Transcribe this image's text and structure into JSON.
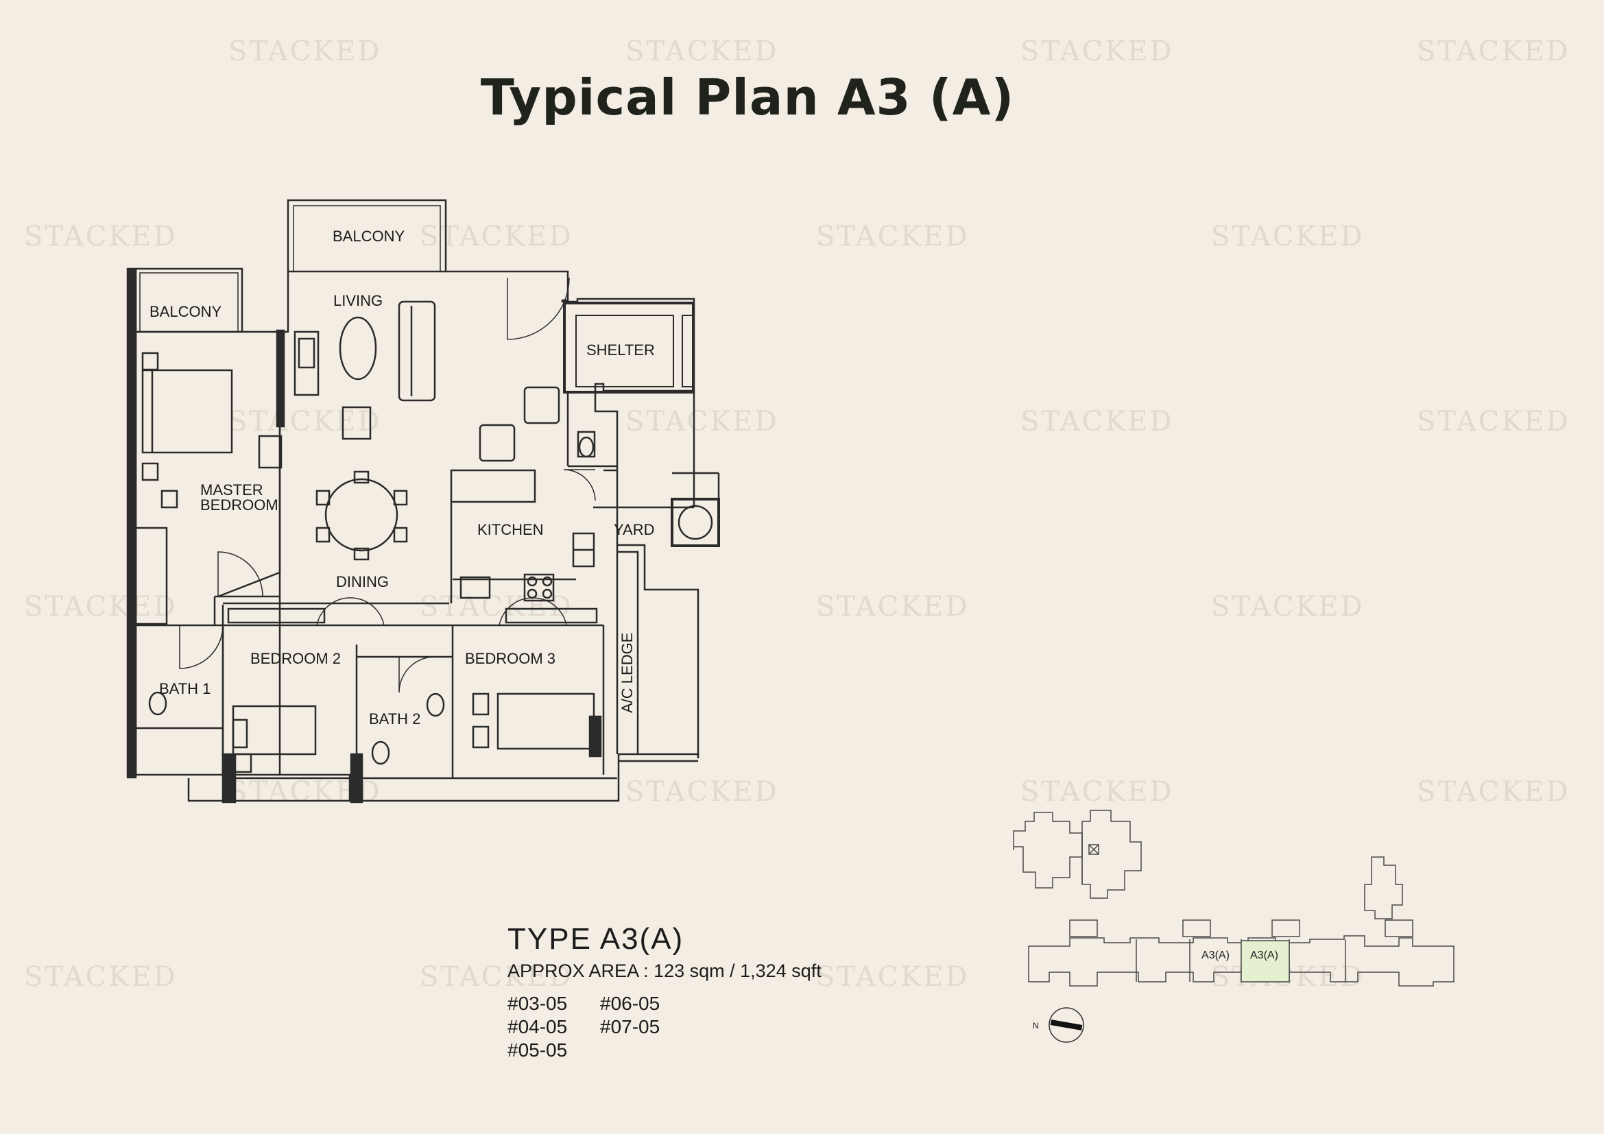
{
  "watermark": "STACKED",
  "title": "Typical Plan A3 (A)",
  "rooms": {
    "balcony_top": "BALCONY",
    "balcony_left": "BALCONY",
    "living": "LIVING",
    "shelter": "SHELTER",
    "master_bedroom_line1": "MASTER",
    "master_bedroom_line2": "BEDROOM",
    "kitchen": "KITCHEN",
    "yard": "YARD",
    "dining": "DINING",
    "bedroom2": "BEDROOM 2",
    "bedroom3": "BEDROOM 3",
    "bath1": "BATH 1",
    "bath2": "BATH 2",
    "ac_ledge": "A/C LEDGE"
  },
  "unit_info": {
    "type": "TYPE A3(A)",
    "area": "APPROX AREA : 123 sqm  /  1,324 sqft",
    "units": [
      "#03-05",
      "#06-05",
      "#04-05",
      "#07-05",
      "#05-05"
    ]
  },
  "key_plan": {
    "unit_label_1": "A3(A)",
    "unit_label_2": "A3(A)",
    "north": "N",
    "highlight_color": "#e4f0cf"
  },
  "colors": {
    "background": "#f3ede3",
    "line": "#2b2b2b",
    "watermark": "#e1d9cd"
  }
}
